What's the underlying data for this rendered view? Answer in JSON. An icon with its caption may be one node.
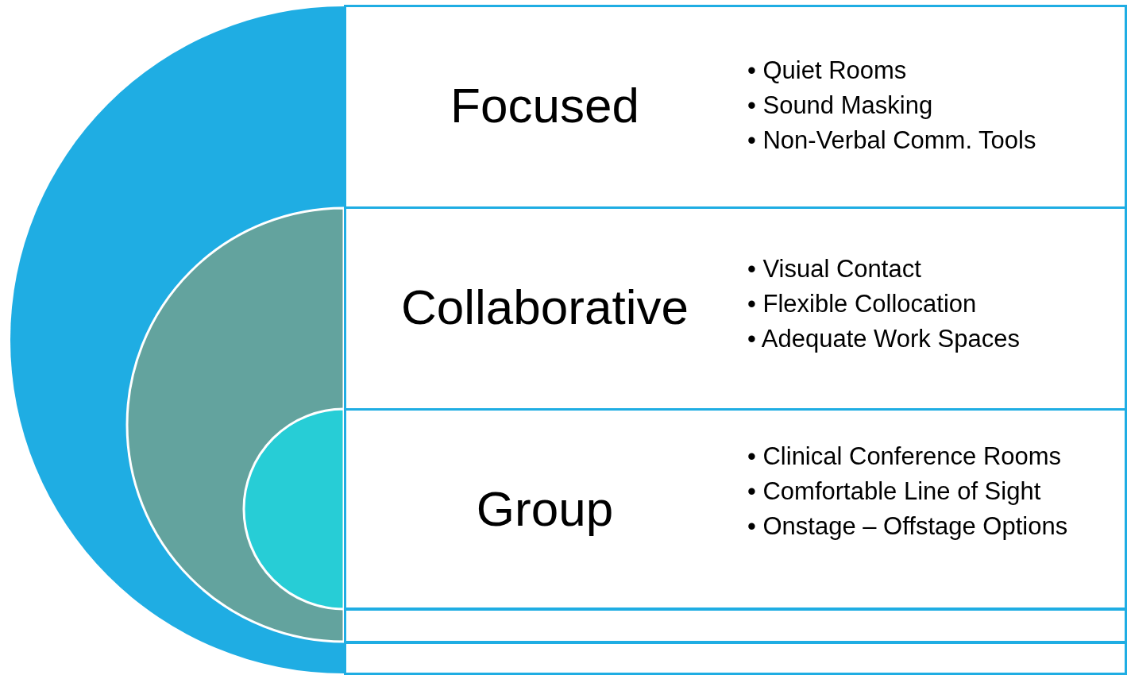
{
  "diagram": {
    "nodes": [
      {
        "text": [
          "Focused",
          "• Quiet Rooms",
          "• Sound Masking",
          "• Non-Verbal Comm. Tools"
        ]
      },
      {
        "text": [
          "Collaborative",
          "• Visual Contact",
          "• Flexible Collocation",
          "• Adequate Work Spaces"
        ]
      },
      {
        "text": [
          "Group",
          "• Clinical Conference Rooms",
          "• Comfortable Line of Sight",
          "• Onstage – Offstage Options"
        ]
      },
      {
        "text": [],
        "shape": "box"
      },
      {
        "text": [],
        "shape": "box"
      }
    ]
  }
}
